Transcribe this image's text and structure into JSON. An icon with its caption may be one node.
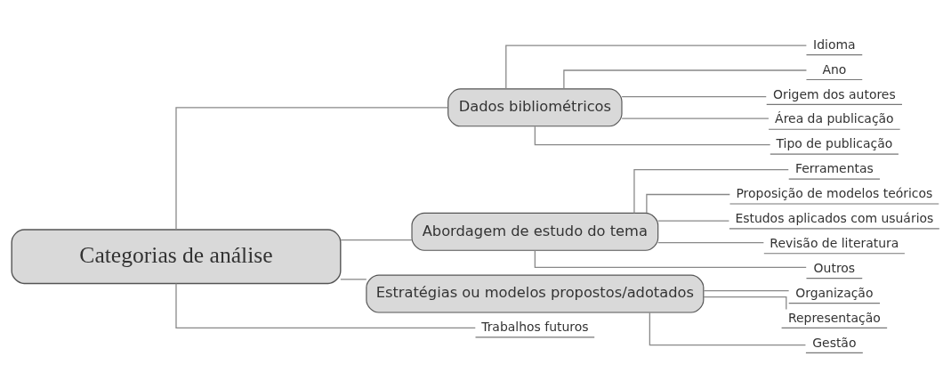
{
  "diagram": {
    "nodes": [
      {
        "text": [
          "Categorias de análise"
        ]
      },
      {
        "text": [
          "Dados bibliométricos"
        ]
      },
      {
        "text": [
          "Idioma"
        ]
      },
      {
        "text": [
          "Ano"
        ]
      },
      {
        "text": [
          "Origem dos autores"
        ]
      },
      {
        "text": [
          "Área da publicação"
        ]
      },
      {
        "text": [
          "Tipo de publicação"
        ]
      },
      {
        "text": [
          "Abordagem de estudo do tema"
        ]
      },
      {
        "text": [
          "Ferramentas"
        ]
      },
      {
        "text": [
          "Proposição de modelos teóricos"
        ]
      },
      {
        "text": [
          "Estudos aplicados com usuários"
        ]
      },
      {
        "text": [
          "Revisão de literatura"
        ]
      },
      {
        "text": [
          "Outros"
        ]
      },
      {
        "text": [
          "Estratégias ou modelos propostos/adotados"
        ]
      },
      {
        "text": [
          "Organização"
        ]
      },
      {
        "text": [
          "Representação"
        ]
      },
      {
        "text": [
          "Gestão"
        ]
      },
      {
        "text": [
          "Trabalhos futuros"
        ]
      }
    ],
    "edges": [
      {
        "from": 0,
        "to": 1,
        "arrow": "none"
      },
      {
        "from": 1,
        "to": 2,
        "arrow": "none"
      },
      {
        "from": 1,
        "to": 3,
        "arrow": "none"
      },
      {
        "from": 1,
        "to": 4,
        "arrow": "none"
      },
      {
        "from": 1,
        "to": 5,
        "arrow": "none"
      },
      {
        "from": 1,
        "to": 6,
        "arrow": "none"
      },
      {
        "from": 0,
        "to": 7,
        "arrow": "none"
      },
      {
        "from": 7,
        "to": 8,
        "arrow": "none"
      },
      {
        "from": 7,
        "to": 9,
        "arrow": "none"
      },
      {
        "from": 7,
        "to": 10,
        "arrow": "none"
      },
      {
        "from": 7,
        "to": 11,
        "arrow": "none"
      },
      {
        "from": 7,
        "to": 12,
        "arrow": "none"
      },
      {
        "from": 0,
        "to": 13,
        "arrow": "none"
      },
      {
        "from": 13,
        "to": 14,
        "arrow": "none"
      },
      {
        "from": 13,
        "to": 15,
        "arrow": "none"
      },
      {
        "from": 13,
        "to": 16,
        "arrow": "none"
      },
      {
        "from": 0,
        "to": 17,
        "arrow": "none"
      }
    ]
  }
}
